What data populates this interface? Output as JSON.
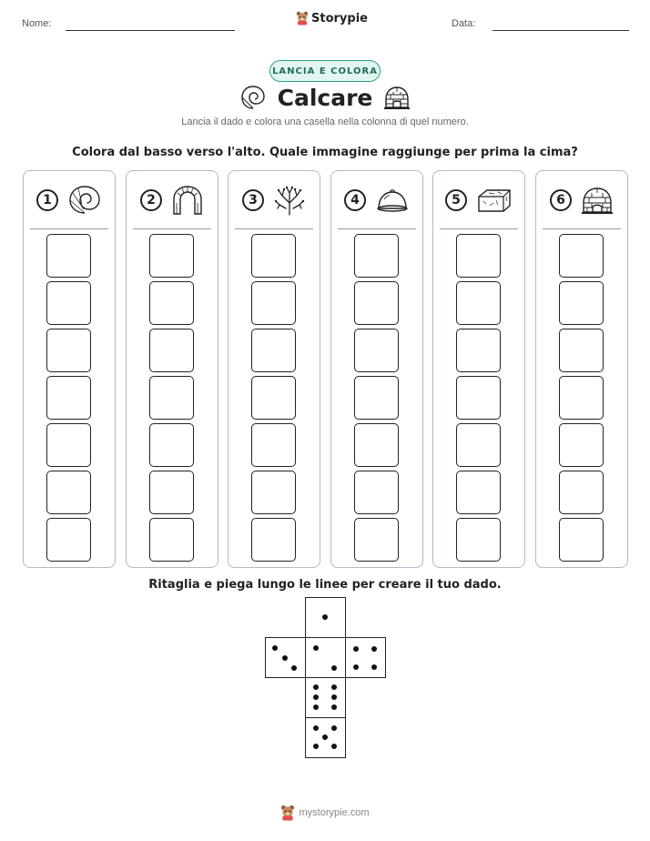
{
  "header": {
    "name_label": "Nome:",
    "date_label": "Data:",
    "brand": "Storypie"
  },
  "badge": "LANCIA E COLORA",
  "title": "Calcare",
  "subtitle": "Lancia il dado e colora una casella nella colonna di quel numero.",
  "instruction": "Colora dal basso verso l'alto. Quale immagine raggiunge per prima la cima?",
  "columns": [
    {
      "number": "1",
      "icon": "seashell-icon"
    },
    {
      "number": "2",
      "icon": "arch-icon"
    },
    {
      "number": "3",
      "icon": "coral-icon"
    },
    {
      "number": "4",
      "icon": "dome-icon"
    },
    {
      "number": "5",
      "icon": "limestone-block-icon"
    },
    {
      "number": "6",
      "icon": "igloo-icon"
    }
  ],
  "cells_per_column": 7,
  "die_instruction": "Ritaglia e piega lungo le linee per creare il tuo dado.",
  "die_faces": [
    1,
    3,
    2,
    4,
    6,
    5
  ],
  "footer": "mystorypie.com",
  "colors": {
    "accent": "#2f9e8c",
    "badge_bg": "#e3f5f0",
    "column_border": "#b6b8c9"
  }
}
